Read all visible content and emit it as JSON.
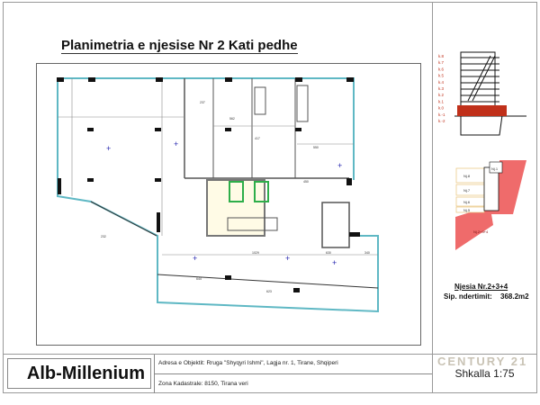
{
  "title": "Planimetria e njesise Nr 2   Kati pedhe",
  "section": {
    "floors": [
      "k.8",
      "k.7",
      "k.6",
      "k.5",
      "k.4",
      "k.3",
      "k.2",
      "k.1",
      "k.0",
      "k.-1",
      "k.-2"
    ],
    "highlighted_floor": "k.0",
    "highlight_color": "#c0301a"
  },
  "keyplan": {
    "units": [
      "Nj.8",
      "Nj.7",
      "Nj.6",
      "Nj.5",
      "Nj.1",
      "Nj.2+3+4"
    ],
    "highlight_color": "#ef6b6b"
  },
  "unit_info": {
    "unit": "Njesia  Nr.2+3+4",
    "area_label": "Sip. ndertimit:",
    "area_value": "368.2m2"
  },
  "plan": {
    "dimensions": [
      "237",
      "562",
      "417",
      "550",
      "450",
      "1029",
      "630",
      "340",
      "232",
      "644",
      "623"
    ],
    "wall_color": "#5fb8c4",
    "elevator_color": "#2eae4a"
  },
  "footer": {
    "company": "Alb-Millenium",
    "address": "Adresa e Objektit: Rruga \"Shyqyri Ishmi\", Lagja nr. 1, Tirane, Shqiperi",
    "zone": "Zona Kadastrale: 8150, Tirana veri",
    "scale": "Shkalla 1:75",
    "watermark": "CENTURY 21"
  }
}
